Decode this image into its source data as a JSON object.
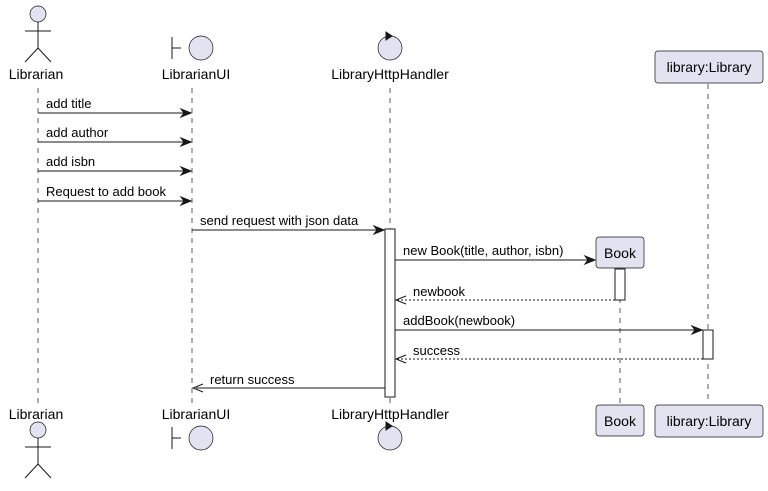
{
  "participants": {
    "librarian": "Librarian",
    "librarian_ui": "LibrarianUI",
    "http_handler": "LibraryHttpHandler",
    "book": "Book",
    "library": "library:Library"
  },
  "messages": {
    "m1": "add title",
    "m2": "add author",
    "m3": "add isbn",
    "m4": "Request to add book",
    "m5": "send request with json data",
    "m6": "new Book(title, author, isbn)",
    "m7": "newbook",
    "m8": "addBook(newbook)",
    "m9": "success",
    "m10": "return success"
  },
  "colors": {
    "participant_fill": "#E2E2F0",
    "stroke": "#181818",
    "background": "#FFFFFF"
  }
}
